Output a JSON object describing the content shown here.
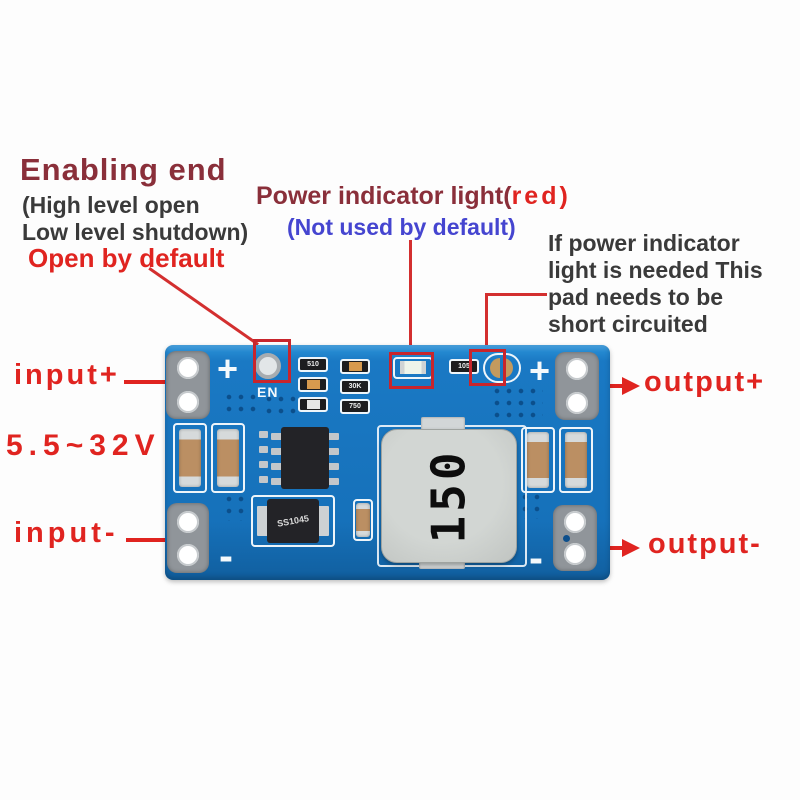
{
  "colors": {
    "accent_red": "#e02420",
    "heading_maroon": "#8a2f3a",
    "note_blue": "#4545d0",
    "pcb_blue": "#1a79c4"
  },
  "annotations": {
    "enabling": {
      "title": "Enabling end",
      "sub1": "(High level open",
      "sub2": "Low level shutdown)",
      "note": "Open by default"
    },
    "power_indicator": {
      "label": "Power indicator light(",
      "label_red": "red)",
      "note": "(Not used by default)"
    },
    "short_pad": {
      "line1": "If power indicator",
      "line2": "light is needed This",
      "line3": "pad needs to be",
      "line4": "short circuited"
    }
  },
  "terminals": {
    "input_plus": "input+",
    "input_voltage": "5.5~32V",
    "input_minus": "input-",
    "output_plus": "output+",
    "output_minus": "output-"
  },
  "board": {
    "en_label": "EN",
    "silk_plus": "+",
    "silk_minus": "-",
    "inductor_marking": "150",
    "diode_marking": "SS1045",
    "led_resistor_marking": "105",
    "resistor_markings": [
      "510",
      "",
      "",
      "",
      "30K",
      "750"
    ]
  }
}
